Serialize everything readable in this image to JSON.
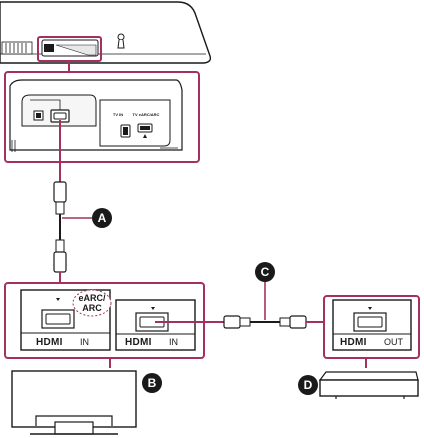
{
  "colors": {
    "accent": "#a3305f",
    "outline": "#1a1a1a",
    "device_fill": "#ffffff"
  },
  "labels": {
    "cable_a": "A",
    "device_b": "B",
    "cable_c": "C",
    "device_d": "D",
    "hdmi_logo": "HDMI",
    "tv_port_1_label": "IN",
    "tv_port_1_note_line1": "eARC/",
    "tv_port_1_note_line2": "ARC",
    "tv_port_2_label": "IN",
    "player_port_label": "OUT",
    "soundbar_optical_label": "TV IN",
    "soundbar_hdmi_label": "TV eARC/ARC"
  }
}
